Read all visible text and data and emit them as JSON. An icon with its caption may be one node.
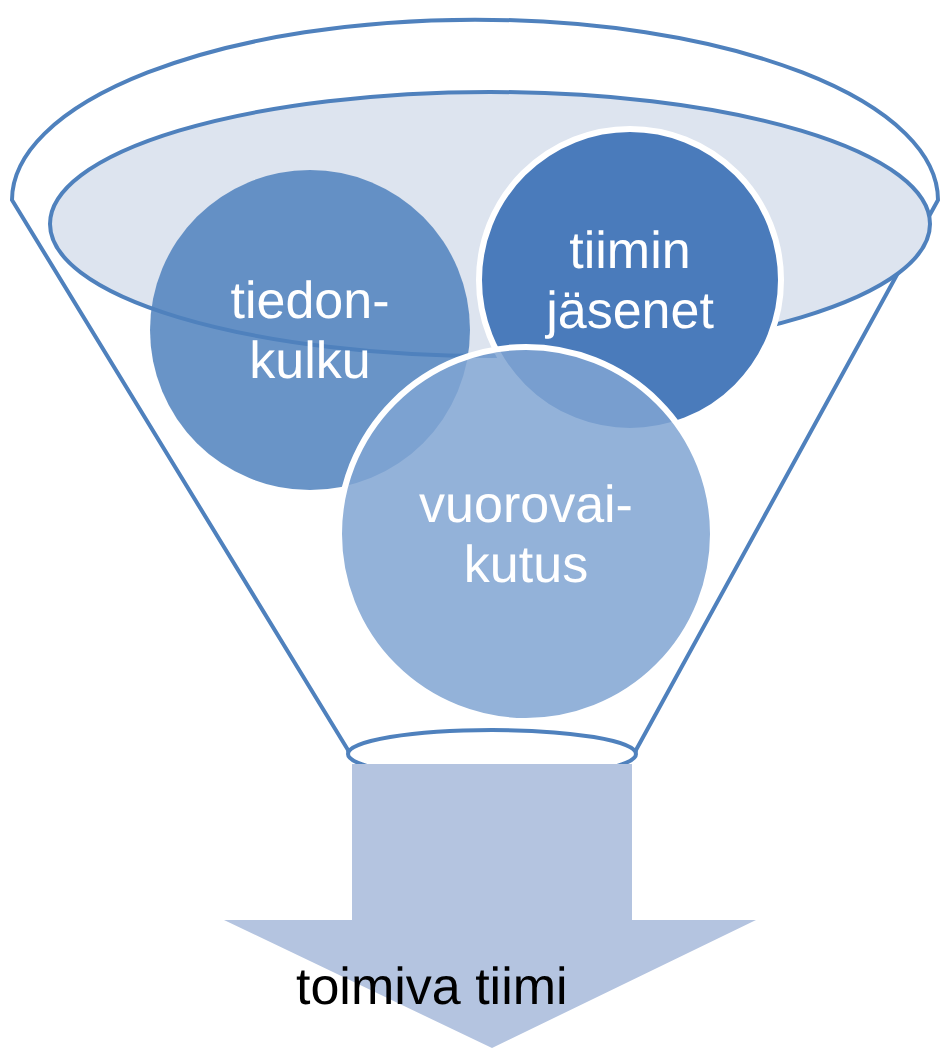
{
  "diagram": {
    "nodes": [
      {
        "text": [],
        "shape": "funnel"
      },
      {
        "text": [
          "tiedon- kulku"
        ],
        "in": 0
      },
      {
        "text": [
          "tiimin jäsenet"
        ],
        "in": 0
      },
      {
        "text": [
          "vuorovai- kutus"
        ],
        "in": 0
      },
      {
        "text": [
          "toimiva tiimi"
        ]
      }
    ]
  }
}
